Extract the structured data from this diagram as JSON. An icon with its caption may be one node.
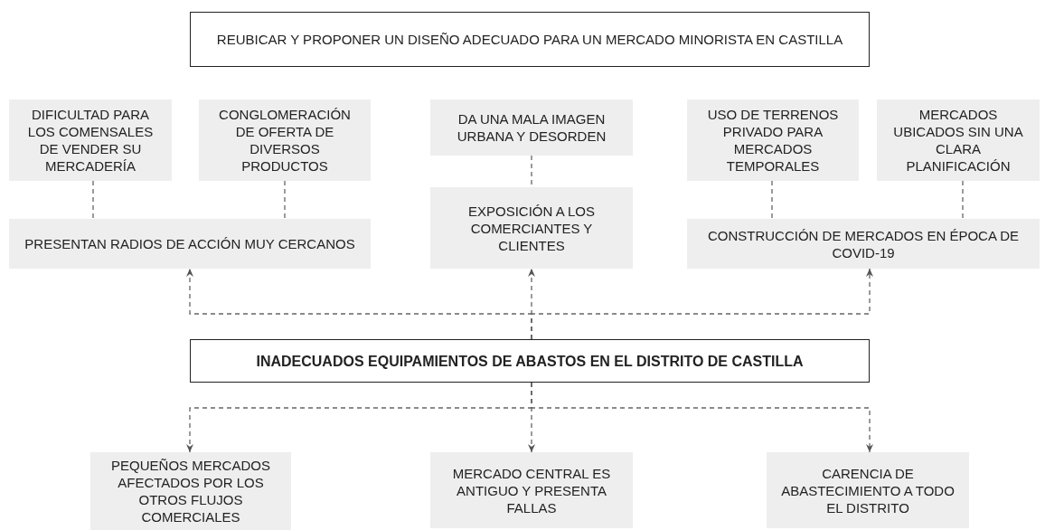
{
  "diagram": {
    "nodes": [
      {
        "text": [
          "REUBICAR Y PROPONER UN DISEÑO ADECUADO PARA UN MERCADO MINORISTA EN CASTILLA"
        ]
      },
      {
        "text": [
          "DIFICULTAD PARA LOS COMENSALES DE VENDER SU MERCADERÍA"
        ]
      },
      {
        "text": [
          "CONGLOMERACIÓN DE OFERTA DE DIVERSOS PRODUCTOS"
        ]
      },
      {
        "text": [
          "DA UNA MALA IMAGEN URBANA Y DESORDEN"
        ]
      },
      {
        "text": [
          "USO DE TERRENOS PRIVADO PARA MERCADOS TEMPORALES"
        ]
      },
      {
        "text": [
          "MERCADOS UBICADOS SIN UNA CLARA PLANIFICACIÓN"
        ]
      },
      {
        "text": [
          "PRESENTAN RADIOS DE ACCIÓN MUY CERCANOS"
        ]
      },
      {
        "text": [
          "EXPOSICIÓN A LOS COMERCIANTES Y CLIENTES"
        ]
      },
      {
        "text": [
          "CONSTRUCCIÓN DE MERCADOS EN ÉPOCA DE COVID-19"
        ]
      },
      {
        "text": [
          "INADECUADOS EQUIPAMIENTOS DE ABASTOS EN EL DISTRITO DE CASTILLA"
        ]
      },
      {
        "text": [
          "PEQUEÑOS MERCADOS AFECTADOS POR LOS OTROS FLUJOS COMERCIALES"
        ]
      },
      {
        "text": [
          "MERCADO CENTRAL ES ANTIGUO Y PRESENTA FALLAS"
        ]
      },
      {
        "text": [
          "CARENCIA DE ABASTECIMIENTO A TODO EL DISTRITO"
        ]
      }
    ],
    "edges": [
      {
        "from": 1,
        "to": 6,
        "arrow": "none",
        "style": "dashed"
      },
      {
        "from": 2,
        "to": 6,
        "arrow": "none",
        "style": "dashed"
      },
      {
        "from": 3,
        "to": 7,
        "arrow": "none",
        "style": "dashed"
      },
      {
        "from": 4,
        "to": 8,
        "arrow": "none",
        "style": "dashed"
      },
      {
        "from": 5,
        "to": 8,
        "arrow": "none",
        "style": "dashed"
      },
      {
        "from": 9,
        "to": 6,
        "arrow": "to",
        "style": "dashed"
      },
      {
        "from": 9,
        "to": 7,
        "arrow": "to",
        "style": "dashed"
      },
      {
        "from": 9,
        "to": 8,
        "arrow": "to",
        "style": "dashed"
      },
      {
        "from": 9,
        "to": 10,
        "arrow": "to",
        "style": "dashed"
      },
      {
        "from": 9,
        "to": 11,
        "arrow": "to",
        "style": "dashed"
      },
      {
        "from": 9,
        "to": 12,
        "arrow": "to",
        "style": "dashed"
      }
    ]
  }
}
